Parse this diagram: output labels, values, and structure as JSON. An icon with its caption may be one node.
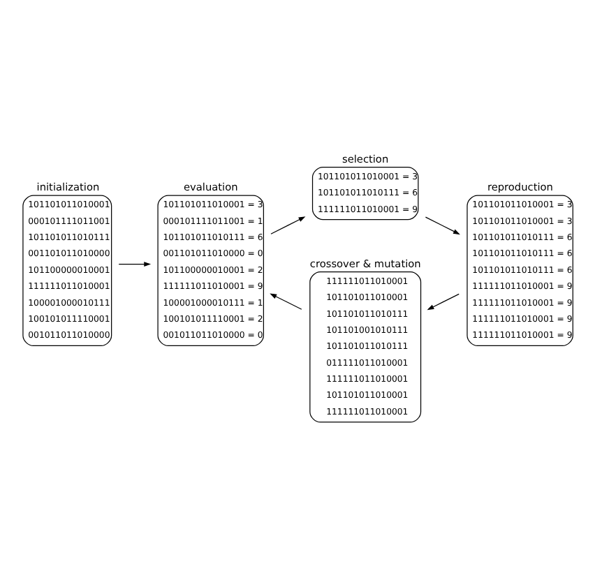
{
  "diagram": {
    "nodes": [
      {
        "text": [
          "initialization",
          "101101011010001",
          "000101111011001",
          "101101011010111",
          "001101011010000",
          "101100000010001",
          "111111011010001",
          "100001000010111",
          "100101011110001",
          "001011011010000"
        ]
      },
      {
        "text": [
          "evaluation",
          "101101011010001 = 3",
          "000101111011001 = 1",
          "101101011010111 = 6",
          "001101011010000 = 0",
          "101100000010001 = 2",
          "111111011010001 = 9",
          "100001000010111 = 1",
          "100101011110001 = 2",
          "001011011010000 = 0"
        ]
      },
      {
        "text": [
          "selection",
          "101101011010001 = 3",
          "101101011010111 = 6",
          "111111011010001 = 9"
        ]
      },
      {
        "text": [
          "crossover & mutation",
          "111111011010001",
          "101101011010001",
          "101101011010111",
          "101101001010111",
          "101101011010111",
          "011111011010001",
          "111111011010001",
          "101101011010001",
          "111111011010001"
        ]
      },
      {
        "text": [
          "reproduction",
          "101101011010001 = 3",
          "101101011010001 = 3",
          "101101011010111 = 6",
          "101101011010111 = 6",
          "101101011010111 = 6",
          "111111011010001 = 9",
          "111111011010001 = 9",
          "111111011010001 = 9",
          "111111011010001 = 9"
        ]
      }
    ],
    "edges": [
      {
        "from": 0,
        "to": 1,
        "arrow": "to"
      },
      {
        "from": 1,
        "to": 2,
        "arrow": "to"
      },
      {
        "from": 2,
        "to": 4,
        "arrow": "to"
      },
      {
        "from": 4,
        "to": 3,
        "arrow": "to"
      },
      {
        "from": 3,
        "to": 1,
        "arrow": "to"
      }
    ]
  }
}
